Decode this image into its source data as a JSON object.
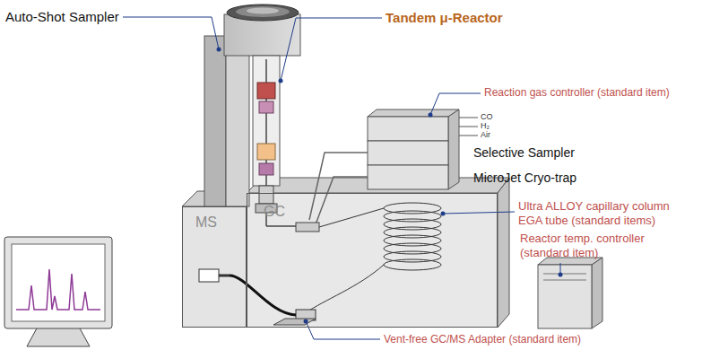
{
  "diagram": {
    "nodes": [
      {
        "text": [
          "MS"
        ]
      },
      {
        "text": [
          "GC"
        ]
      }
    ],
    "labels": [
      "Auto-Shot Sampler",
      "Tandem μ-Reactor",
      "Reaction gas controller (standard item)",
      "CO",
      "H₂",
      "Air",
      "Selective Sampler",
      "MicroJet Cryo-trap",
      "Ultra ALLOY capillary column EGA tube (standard items)",
      "Reactor temp. controller (standard item)",
      "Vent-free GC/MS Adapter (standard item)"
    ]
  }
}
